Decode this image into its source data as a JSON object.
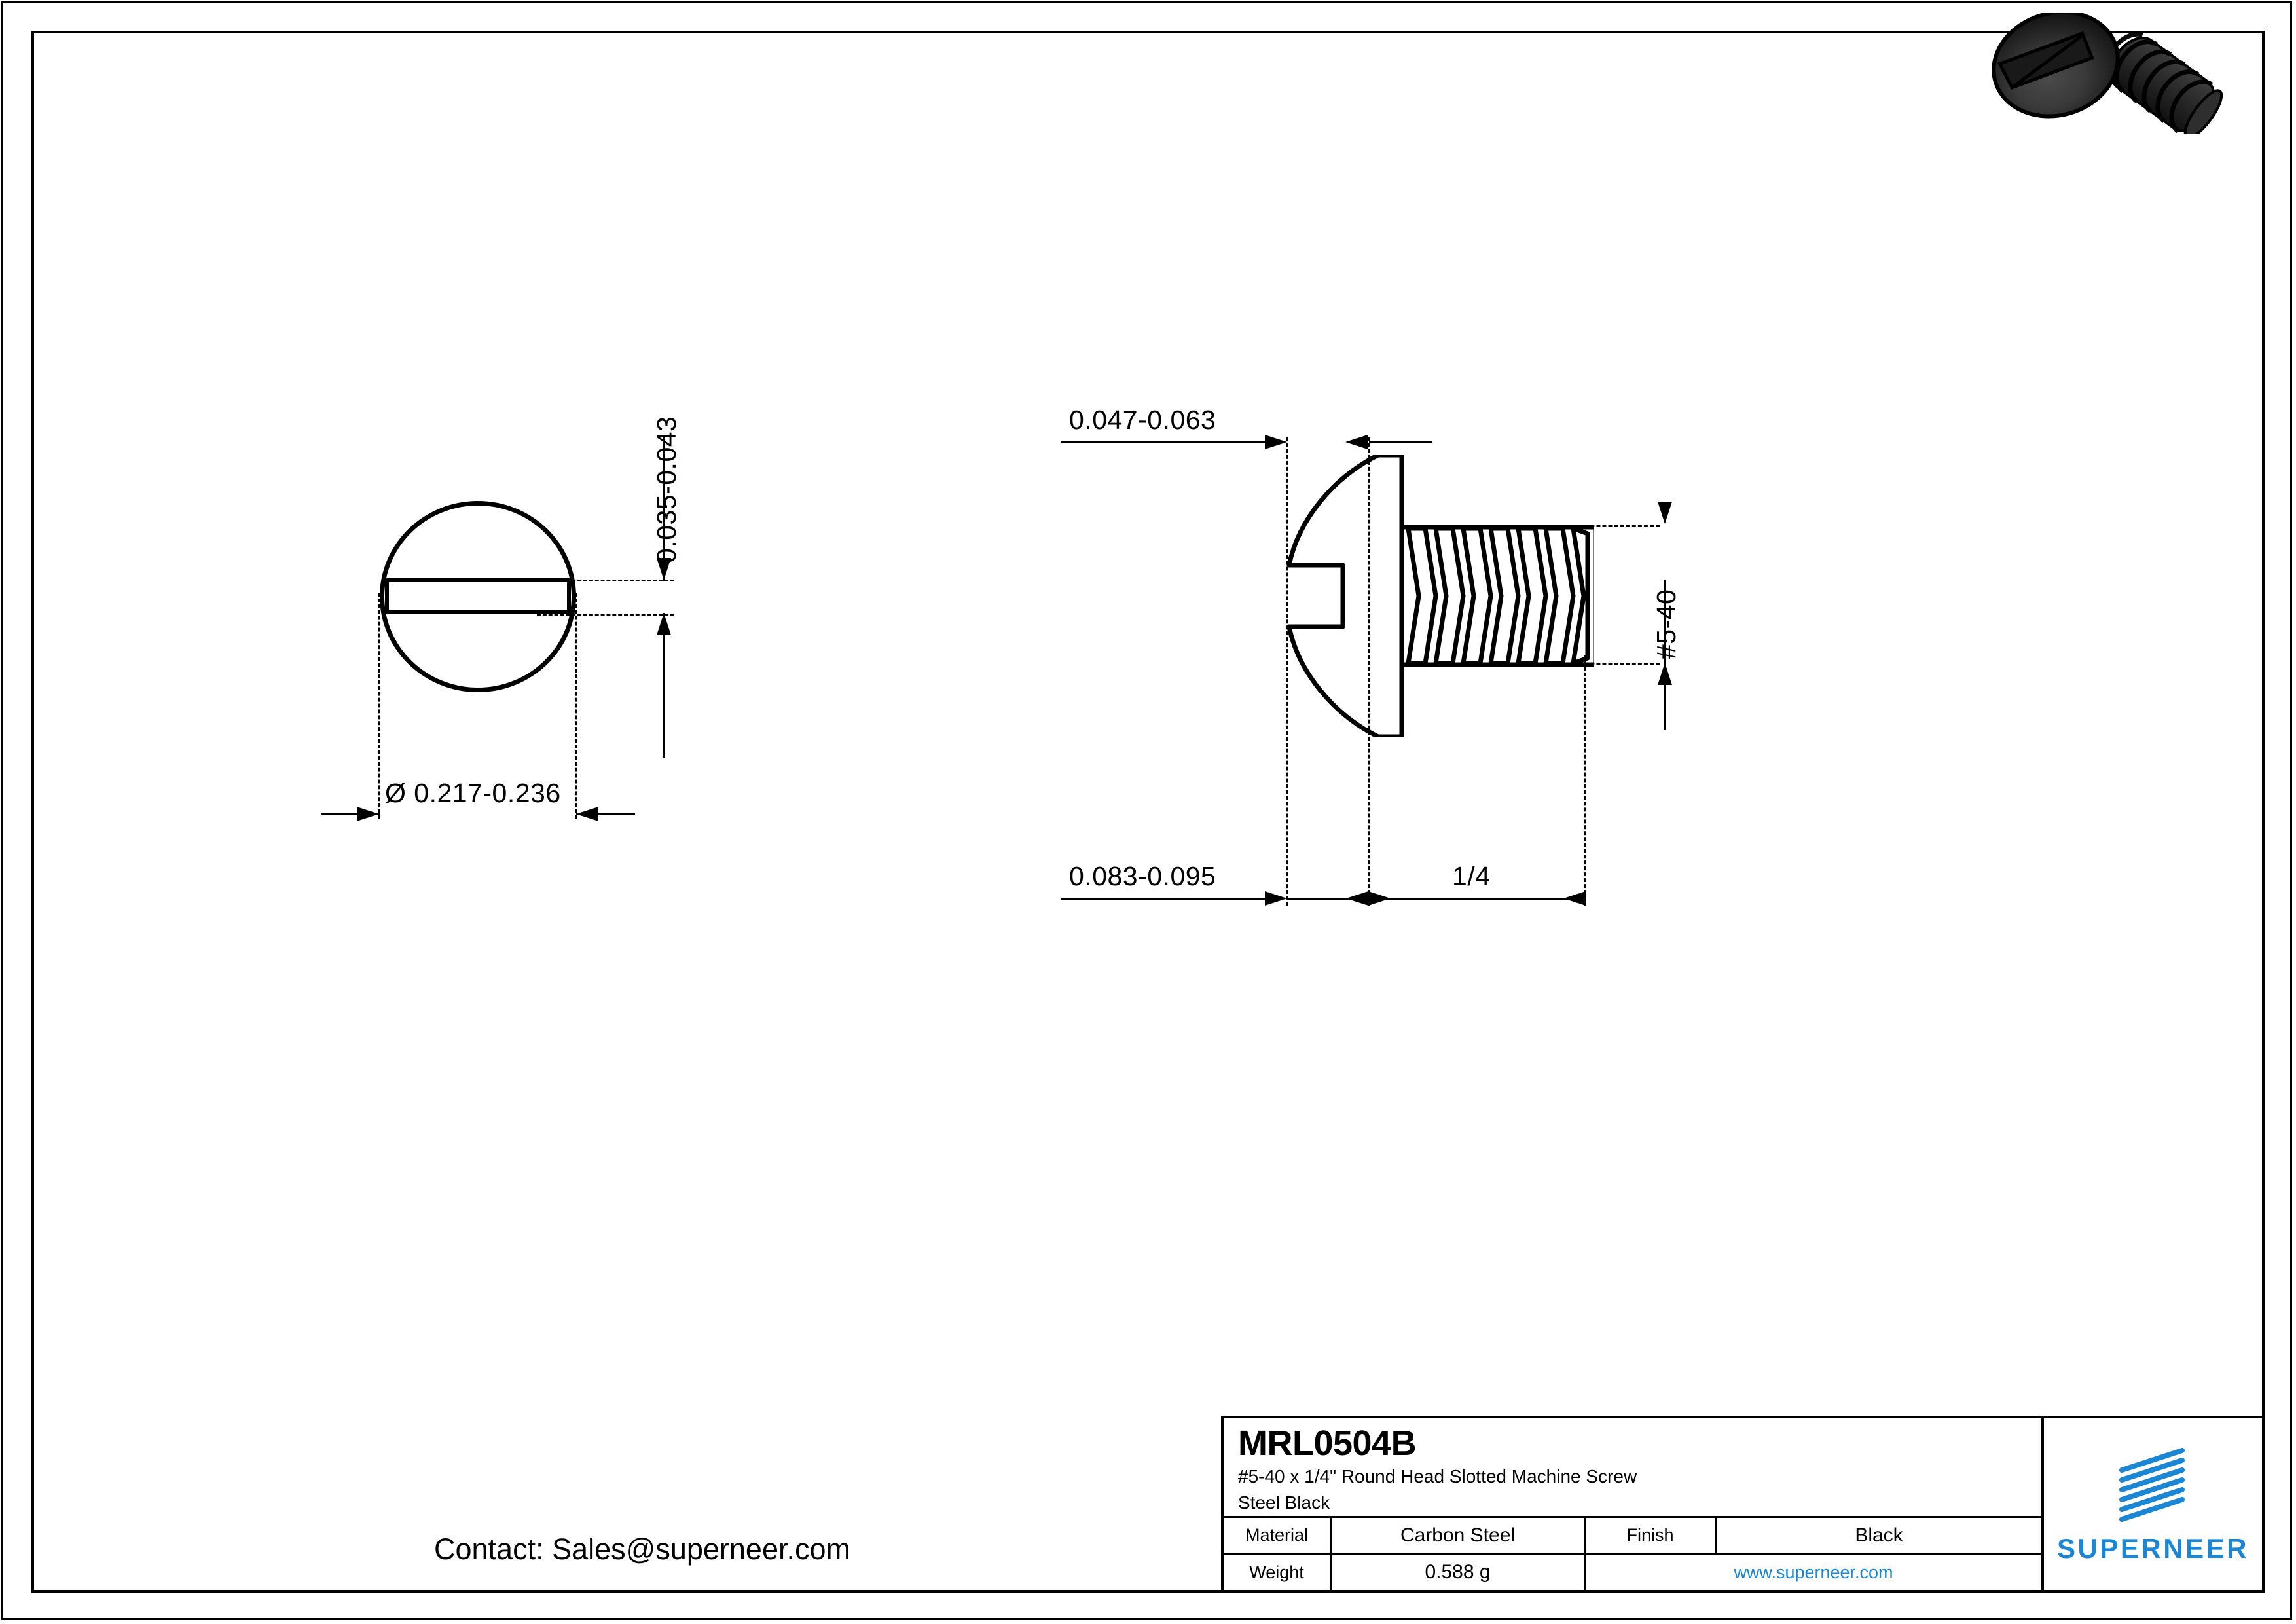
{
  "drawing": {
    "part_number": "MRL0504B",
    "description_line1": "#5-40 x 1/4\" Round Head Slotted  Machine Screw",
    "description_line2": "Steel Black",
    "contact": "Contact: Sales@superneer.com"
  },
  "dimensions": {
    "head_diameter": "Ø 0.217-0.236",
    "slot_width": "0.035-0.043",
    "head_height": "0.047-0.063",
    "slot_depth": "0.083-0.095",
    "shank_length": "1/4",
    "thread_size": "#5-40"
  },
  "title_block": {
    "material_label": "Material",
    "material_value": "Carbon Steel",
    "finish_label": "Finish",
    "finish_value": "Black",
    "weight_label": "Weight",
    "weight_value": "0.588 g",
    "website": "www.superneer.com"
  },
  "brand": {
    "name": "SUPERNEER",
    "accent_color": "#1b87d4"
  }
}
